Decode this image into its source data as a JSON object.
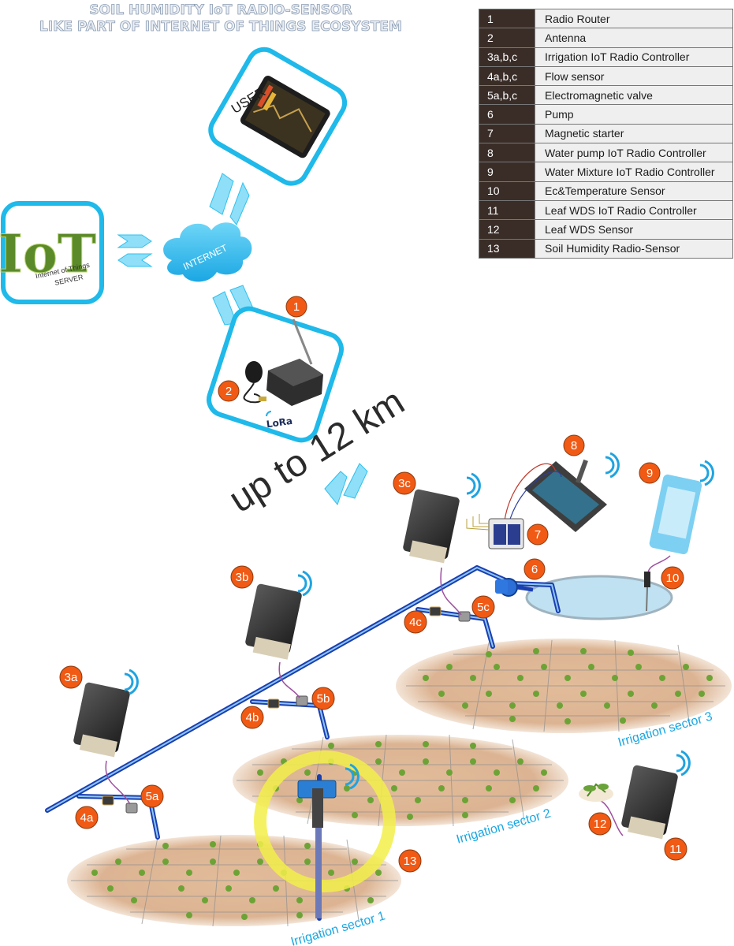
{
  "title": {
    "line1": "SOIL HUMIDITY IoT RADIO-SENSOR",
    "line2": "LIKE PART OF INTERNET OF THINGS ECOSYSTEM"
  },
  "legend": [
    {
      "num": "1",
      "label": "Radio Router"
    },
    {
      "num": "2",
      "label": "Antenna"
    },
    {
      "num": "3a,b,c",
      "label": "Irrigation IoT Radio Controller"
    },
    {
      "num": "4a,b,c",
      "label": "Flow sensor"
    },
    {
      "num": "5a,b,c",
      "label": "Electromagnetic valve"
    },
    {
      "num": "6",
      "label": "Pump"
    },
    {
      "num": "7",
      "label": "Magnetic starter"
    },
    {
      "num": "8",
      "label": "Water pump IoT Radio Controller"
    },
    {
      "num": "9",
      "label": "Water Mixture IoT Radio Controller"
    },
    {
      "num": "10",
      "label": "Ec&Temperature Sensor"
    },
    {
      "num": "11",
      "label": "Leaf WDS IoT Radio Controller"
    },
    {
      "num": "12",
      "label": "Leaf WDS Sensor"
    },
    {
      "num": "13",
      "label": "Soil Humidity Radio-Sensor"
    }
  ],
  "labels": {
    "user": "USER",
    "iot_big": "IoT",
    "iot_sub1": "Internet of Things",
    "iot_sub2": "SERVER",
    "internet": "INTERNET",
    "lora": "LoRa",
    "distance": "up to 12 km"
  },
  "sectors": {
    "s1": "Irrigation sector 1",
    "s2": "Irrigation sector 2",
    "s3": "Irrigation sector 3"
  },
  "badges": {
    "b1": "1",
    "b2": "2",
    "b3a": "3a",
    "b3b": "3b",
    "b3c": "3c",
    "b4a": "4a",
    "b4b": "4b",
    "b4c": "4c",
    "b5a": "5a",
    "b5b": "5b",
    "b5c": "5c",
    "b6": "6",
    "b7": "7",
    "b8": "8",
    "b9": "9",
    "b10": "10",
    "b11": "11",
    "b12": "12",
    "b13": "13"
  },
  "colors": {
    "accent_cyan": "#1fb9ea",
    "badge_orange": "#f05a14",
    "pipe_blue": "#1a3fb0",
    "soil": "#dcb493",
    "highlight_yellow": "#f2ef4a"
  }
}
